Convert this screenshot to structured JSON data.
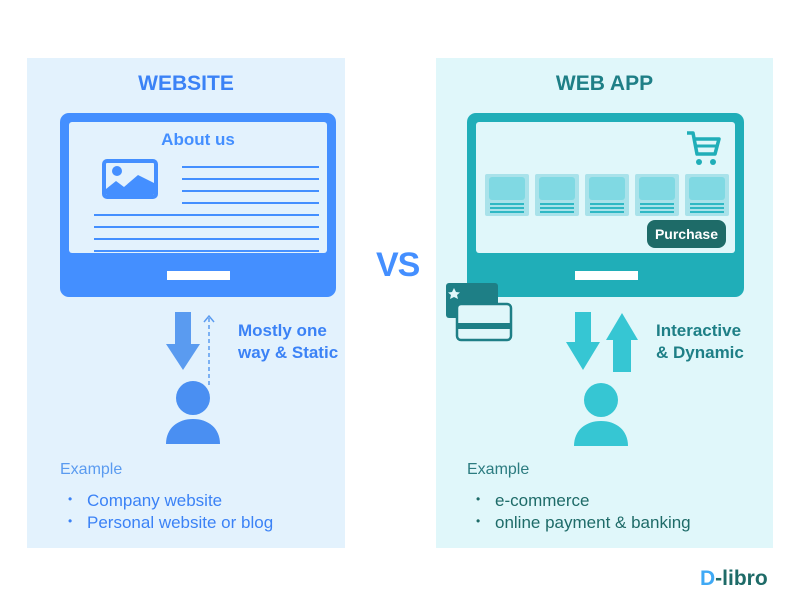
{
  "website": {
    "title": "WEBSITE",
    "screen_heading": "About us",
    "flow_label_line1": "Mostly one",
    "flow_label_line2": "way & Static",
    "example_heading": "Example",
    "examples": [
      "Company website",
      "Personal website or blog"
    ],
    "color": "#448fff"
  },
  "vs_label": "VS",
  "webapp": {
    "title": "WEB APP",
    "purchase_button": "Purchase",
    "flow_label_line1": "Interactive",
    "flow_label_line2": "& Dynamic",
    "example_heading": "Example",
    "examples": [
      "e-commerce",
      "online payment & banking"
    ],
    "color": "#20aeb8",
    "product_cards": 5
  },
  "logo": {
    "mark": "D",
    "text": "-libro"
  }
}
